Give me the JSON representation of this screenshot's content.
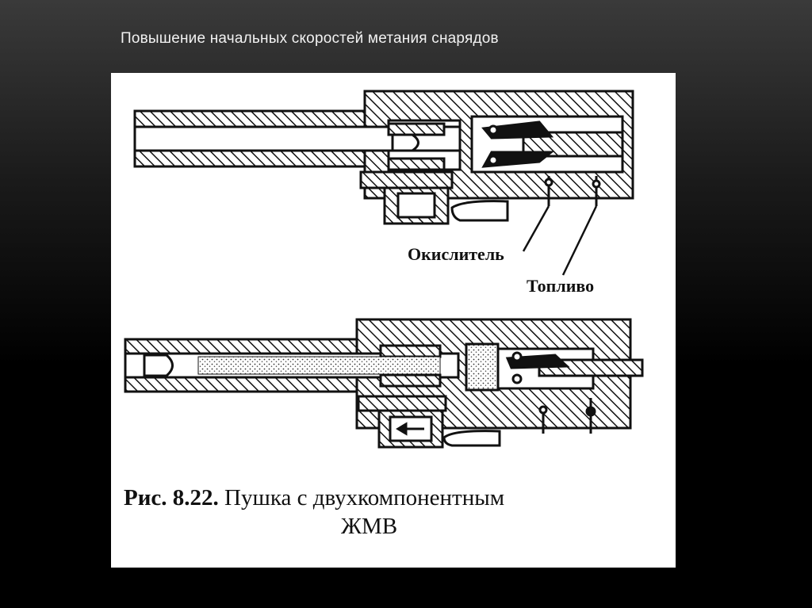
{
  "slide": {
    "title": "Повышение начальных скоростей метания снарядов"
  },
  "figure": {
    "labels": {
      "oxidizer": "Окислитель",
      "fuel": "Топливо"
    },
    "caption": {
      "number": "Рис. 8.22.",
      "text_line1": "Пушка с двухкомпонентным",
      "text_line2": "ЖМВ"
    }
  }
}
